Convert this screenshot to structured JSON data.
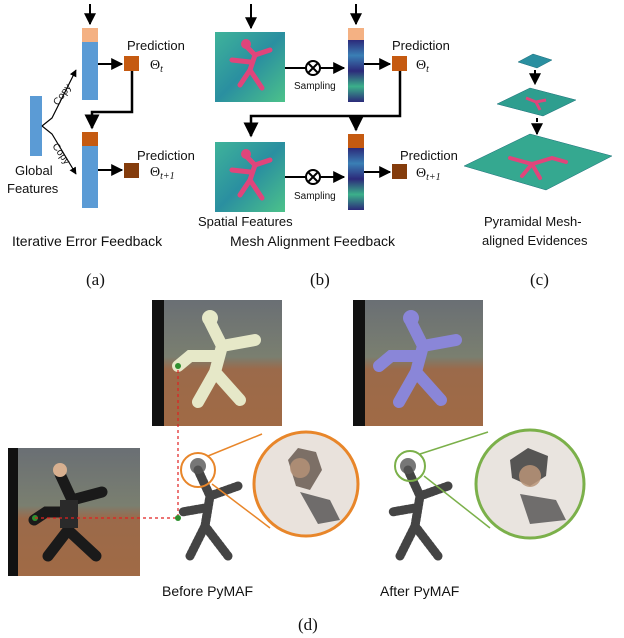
{
  "panel_a": {
    "prediction_top": "Prediction",
    "theta_top": "Θ",
    "theta_top_sub": "t",
    "copy_top": "Copy",
    "copy_bottom": "Copy",
    "global_line1": "Global",
    "global_line2": "Features",
    "prediction_bottom": "Prediction",
    "theta_bottom": "Θ",
    "theta_bottom_sub": "t+1",
    "caption": "Iterative Error Feedback",
    "letter": "(a)"
  },
  "panel_b": {
    "prediction_top": "Prediction",
    "theta_top": "Θ",
    "theta_top_sub": "t",
    "sampling_top": "Sampling",
    "sampling_bottom": "Sampling",
    "prediction_bottom": "Prediction",
    "theta_bottom": "Θ",
    "theta_bottom_sub": "t+1",
    "spatial_label": "Spatial Features",
    "caption": "Mesh Alignment Feedback",
    "letter": "(b)"
  },
  "panel_c": {
    "caption_line1": "Pyramidal Mesh-",
    "caption_line2": "aligned Evidences",
    "letter": "(c)"
  },
  "panel_d": {
    "before_label": "Before PyMAF",
    "after_label": "After PyMAF",
    "letter": "(d)"
  },
  "colors": {
    "blue_bar": "#5b9bd5",
    "peach_cap": "#f4b183",
    "orange_box": "#c55a11",
    "brown_box": "#843c0c",
    "heat_teal": "#2e9e8f",
    "heat_pink": "#e0457b",
    "orange_circle": "#e8862a",
    "green_circle": "#7bb04a"
  }
}
